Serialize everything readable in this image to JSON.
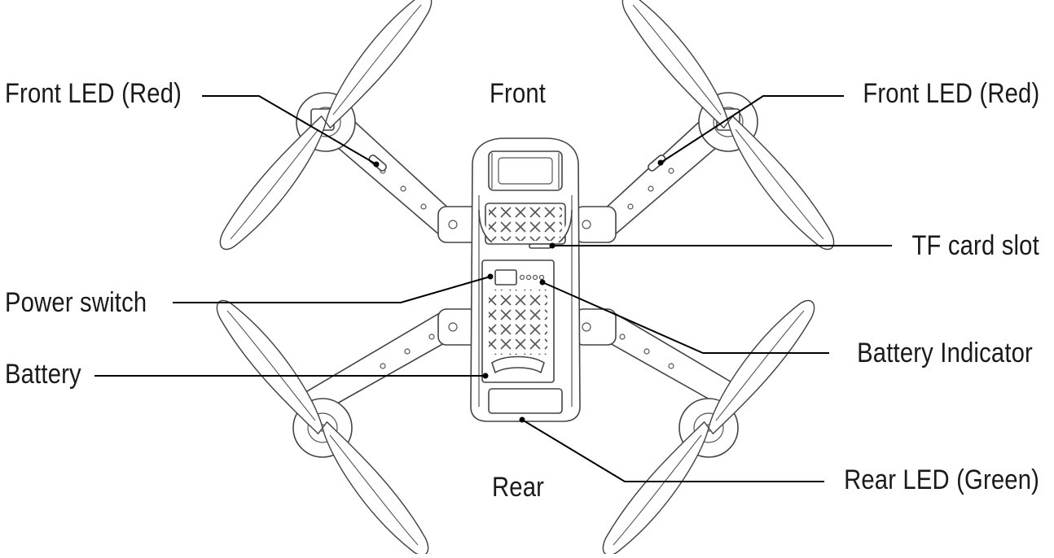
{
  "title_front": "Front",
  "title_rear": "Rear",
  "labels": {
    "front_led_left": "Front LED (Red)",
    "front_led_right": "Front LED (Red)",
    "power_switch": "Power switch",
    "battery": "Battery",
    "tf_card_slot": "TF card slot",
    "battery_indicator": "Battery Indicator",
    "rear_led": "Rear LED (Green)"
  },
  "colors": {
    "line": "#000000",
    "drawing": "#444444",
    "text": "#1a1a1a"
  }
}
